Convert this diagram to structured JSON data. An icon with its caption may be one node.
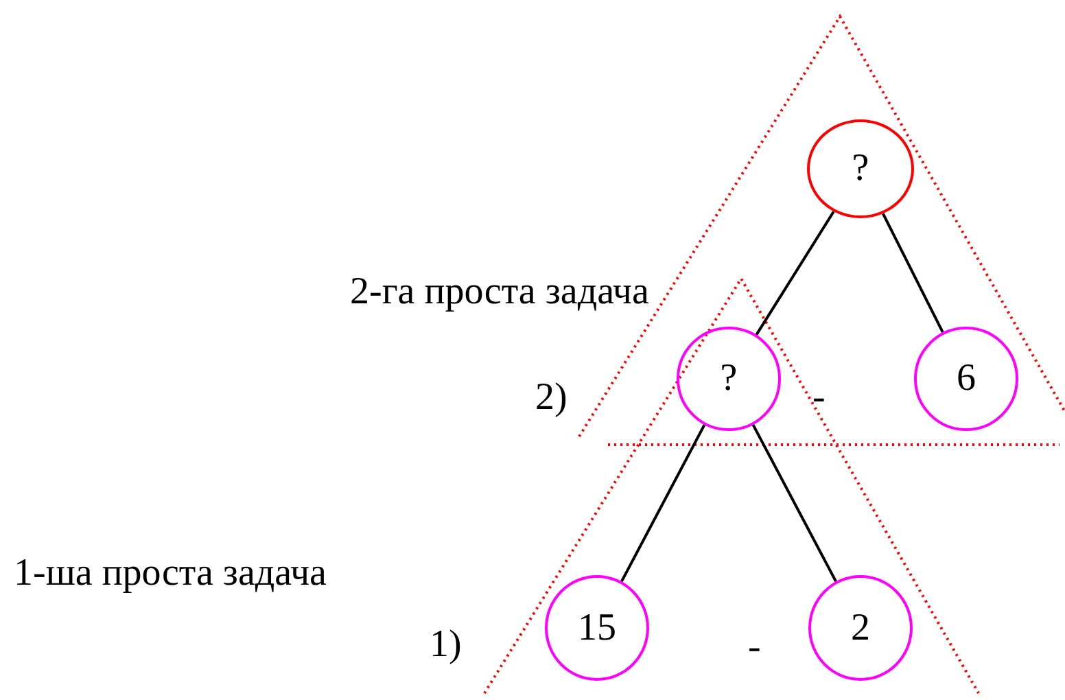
{
  "diagram": {
    "nodes": [
      {
        "text": [
          "?"
        ]
      },
      {
        "text": [
          "?"
        ]
      },
      {
        "text": [
          "6"
        ]
      },
      {
        "text": [
          "15"
        ]
      },
      {
        "text": [
          "2"
        ]
      }
    ],
    "edges": [
      {
        "from": 0,
        "to": 1,
        "arrow": "none"
      },
      {
        "from": 0,
        "to": 2,
        "arrow": "none"
      },
      {
        "from": 1,
        "to": 3,
        "arrow": "none"
      },
      {
        "from": 1,
        "to": 4,
        "arrow": "none"
      }
    ],
    "labels": [
      "2-га проста задача",
      "2)",
      "-",
      "1-ша проста задача",
      "1)",
      "-"
    ]
  }
}
